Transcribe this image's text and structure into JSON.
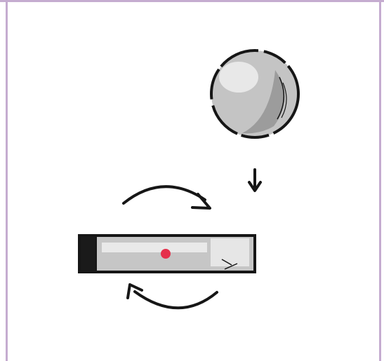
{
  "figure": {
    "frame_color": "#c5acd0",
    "ink_color": "#161616",
    "ball": {
      "shape": "sphere",
      "fill": "#c4c4c4",
      "highlight": "#ececec",
      "shadow": "#8f8f8f"
    },
    "bar": {
      "shape": "rectangular-bar",
      "fill": "#c6c6c6",
      "highlight": "#efefef",
      "end_cap": "#1a1a1a",
      "marker_color": "#e5304c"
    },
    "arrows": [
      {
        "name": "down-arrow-icon",
        "direction": "down"
      },
      {
        "name": "clockwise-arrow-top-icon",
        "direction": "clockwise"
      },
      {
        "name": "clockwise-arrow-bottom-icon",
        "direction": "clockwise"
      }
    ]
  }
}
